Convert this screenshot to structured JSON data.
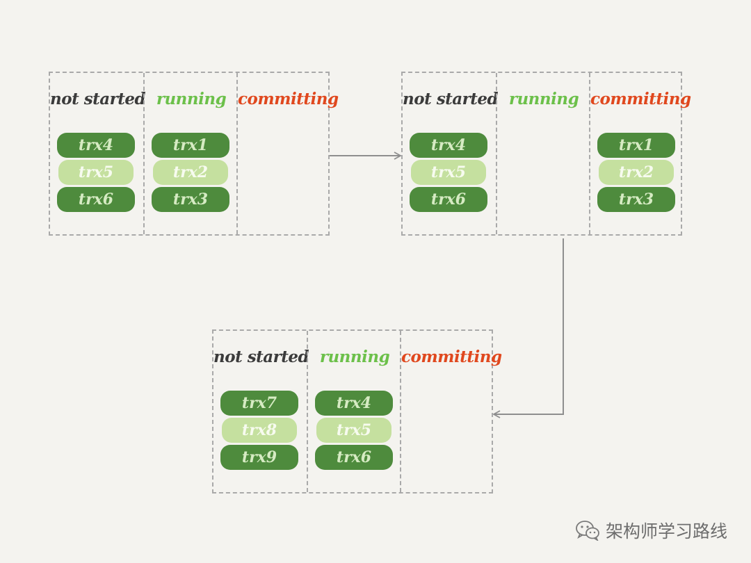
{
  "stages": [
    {
      "columns": [
        {
          "label": "not started",
          "items": [
            {
              "label": "trx4",
              "tone": "dark"
            },
            {
              "label": "trx5",
              "tone": "light"
            },
            {
              "label": "trx6",
              "tone": "dark"
            }
          ]
        },
        {
          "label": "running",
          "items": [
            {
              "label": "trx1",
              "tone": "dark"
            },
            {
              "label": "trx2",
              "tone": "light"
            },
            {
              "label": "trx3",
              "tone": "dark"
            }
          ]
        },
        {
          "label": "committing",
          "items": []
        }
      ]
    },
    {
      "columns": [
        {
          "label": "not started",
          "items": [
            {
              "label": "trx4",
              "tone": "dark"
            },
            {
              "label": "trx5",
              "tone": "light"
            },
            {
              "label": "trx6",
              "tone": "dark"
            }
          ]
        },
        {
          "label": "running",
          "items": []
        },
        {
          "label": "committing",
          "items": [
            {
              "label": "trx1",
              "tone": "dark"
            },
            {
              "label": "trx2",
              "tone": "light"
            },
            {
              "label": "trx3",
              "tone": "dark"
            }
          ]
        }
      ]
    },
    {
      "columns": [
        {
          "label": "not started",
          "items": [
            {
              "label": "trx7",
              "tone": "dark"
            },
            {
              "label": "trx8",
              "tone": "light"
            },
            {
              "label": "trx9",
              "tone": "dark"
            }
          ]
        },
        {
          "label": "running",
          "items": [
            {
              "label": "trx4",
              "tone": "dark"
            },
            {
              "label": "trx5",
              "tone": "light"
            },
            {
              "label": "trx6",
              "tone": "dark"
            }
          ]
        },
        {
          "label": "committing",
          "items": []
        }
      ]
    }
  ],
  "colors": {
    "not_started": "#3b3b3b",
    "running": "#6cc04a",
    "committing": "#e0481e",
    "item_dark": "#4e8b3d",
    "item_light": "#c5e09f"
  },
  "watermark": {
    "text": "架构师学习路线",
    "icon": "wechat-icon"
  }
}
